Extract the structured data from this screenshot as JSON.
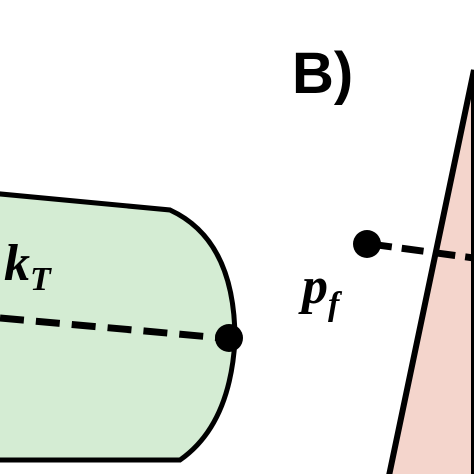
{
  "panel_label": "B)",
  "left_shape": {
    "label_main": "k",
    "label_sub": "T",
    "fill": "#d4ecd3",
    "stroke": "#000000"
  },
  "right_shape": {
    "label_main": "p",
    "label_sub": "f",
    "fill": "#f4d5cc",
    "stroke": "#000000"
  },
  "line_color": "#000000"
}
